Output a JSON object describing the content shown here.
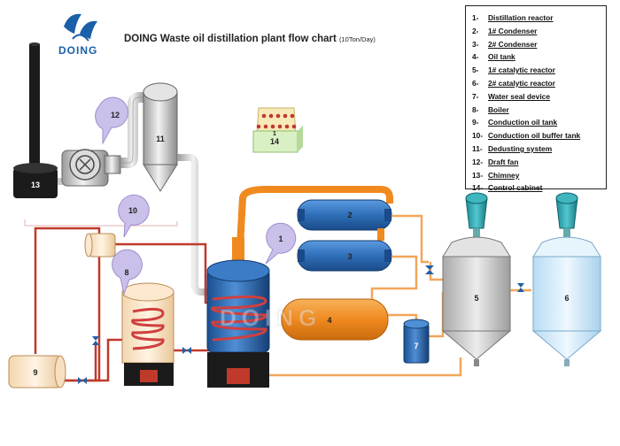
{
  "brand": {
    "logo_text": "DOING"
  },
  "title": {
    "main": "DOING Waste oil distillation plant flow chart",
    "sub": "(10Ton/Day)"
  },
  "watermark": "DOING",
  "legend": [
    {
      "num": "1-",
      "label": "Distillation reactor"
    },
    {
      "num": "2-",
      "label": "1# Condenser"
    },
    {
      "num": "3-",
      "label": "2# Condenser"
    },
    {
      "num": "4-",
      "label": "Oil tank"
    },
    {
      "num": "5-",
      "label": "1# catalytic reactor"
    },
    {
      "num": "6-",
      "label": "2# catalytic reactor"
    },
    {
      "num": "7-",
      "label": "Water seal device"
    },
    {
      "num": "8-",
      "label": "Boiler"
    },
    {
      "num": "9-",
      "label": "Conduction oil tank"
    },
    {
      "num": "10-",
      "label": "Conduction oil buffer tank"
    },
    {
      "num": "11-",
      "label": "Dedusting system"
    },
    {
      "num": "12-",
      "label": "Draft fan"
    },
    {
      "num": "13-",
      "label": "Chimney"
    },
    {
      "num": "14-",
      "label": "Control cabinet"
    }
  ],
  "labels": {
    "n1": "1",
    "n2": "2",
    "n3": "3",
    "n4": "4",
    "n5": "5",
    "n6": "6",
    "n7": "7",
    "n8": "8",
    "n9": "9",
    "n10": "10",
    "n11": "11",
    "n12": "12",
    "n13": "13",
    "n14": "14",
    "n14b": "1"
  },
  "colors": {
    "reactor": "#1f5fa8",
    "condenser": "#2f6fb8",
    "oil_tank": "#f08a1e",
    "catalytic_1": "#d7d7d7",
    "catalytic_2": "#d9ecf8",
    "fan_head": "#2aa6b0",
    "hot_pipe": "#c0392b",
    "water_pipe": "#f2a65a",
    "boiler_coil": "#cf3f3f",
    "bubble": "#c9bfe8",
    "dark": "#1b1b1b"
  }
}
